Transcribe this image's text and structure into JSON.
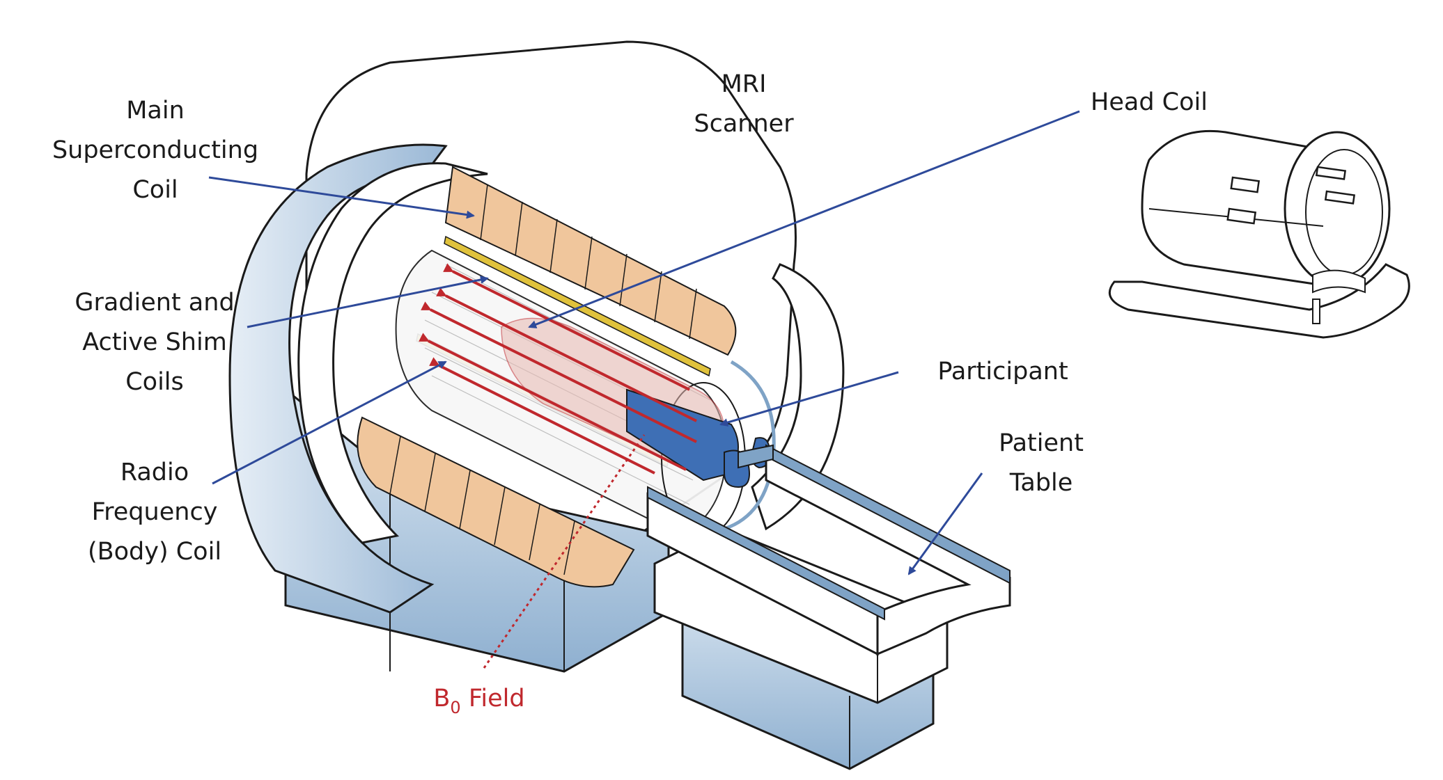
{
  "labels": {
    "main_coil": [
      "Main",
      "Superconducting",
      "Coil"
    ],
    "scanner": [
      "MRI",
      "Scanner"
    ],
    "head_coil": [
      "Head Coil"
    ],
    "gradient": [
      "Gradient and",
      "Active Shim",
      "Coils"
    ],
    "participant": [
      "Participant"
    ],
    "patient_table": [
      "Patient",
      "Table"
    ],
    "rf_coil": [
      "Radio",
      "Frequency",
      "(Body) Coil"
    ],
    "b0_field": {
      "base": "B",
      "sub": "0",
      "rest": " Field"
    }
  },
  "colors": {
    "outline": "#1a1a1a",
    "housing_blue": "#a9c3dc",
    "housing_blue_dark": "#7fa3c6",
    "main_coil_fill": "#f0c69c",
    "gradient_coil": "#e0c23c",
    "leader_line": "#2e4a9a",
    "b0_arrow": "#c0282d",
    "participant_blue": "#3e6fb5"
  }
}
